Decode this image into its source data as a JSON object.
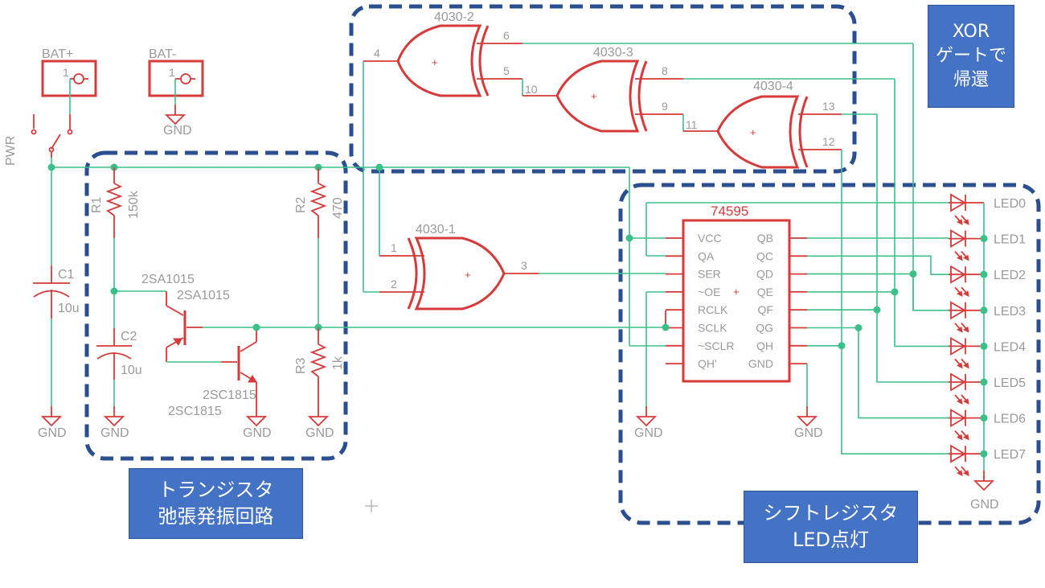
{
  "annotations": {
    "xor_feedback": [
      "XOR",
      "ゲートで",
      "帰還"
    ],
    "oscillator": [
      "トランジスタ",
      "弛張発振回路"
    ],
    "shift_register": [
      "シフトレジスタ",
      "LED点灯"
    ]
  },
  "power": {
    "bat_plus": "BAT+",
    "bat_minus": "BAT-",
    "pin1": "1",
    "switch": "PWR",
    "gnd": "GND"
  },
  "oscillator": {
    "r1": {
      "name": "R1",
      "value": "150k"
    },
    "r2": {
      "name": "R2",
      "value": "470"
    },
    "r3": {
      "name": "R3",
      "value": "1k"
    },
    "c1": {
      "name": "C1",
      "value": "10u"
    },
    "c2": {
      "name": "C2",
      "value": "10u"
    },
    "q1": {
      "name": "2SA1015",
      "value": "2SA1015"
    },
    "q2": {
      "name": "2SC1815",
      "value": "2SC1815"
    }
  },
  "xor_gates": [
    {
      "name": "4030-1",
      "in_a": "1",
      "in_b": "2",
      "out": "3"
    },
    {
      "name": "4030-2",
      "in_a": "4",
      "out": "6",
      "in_b": "5"
    },
    {
      "name": "4030-3",
      "in_a": "10",
      "out": "8",
      "in_b": "9"
    },
    {
      "name": "4030-4",
      "in_a": "11",
      "out": "13",
      "in_b": "12"
    }
  ],
  "shift_register": {
    "name": "74595",
    "left_pins": [
      "VCC",
      "QA",
      "SER",
      "~OE",
      "RCLK",
      "SCLK",
      "~SCLR",
      "QH'"
    ],
    "right_pins": [
      "QB",
      "QC",
      "QD",
      "QE",
      "QF",
      "QG",
      "QH",
      "GND"
    ]
  },
  "leds": [
    "LED0",
    "LED1",
    "LED2",
    "LED3",
    "LED4",
    "LED5",
    "LED6",
    "LED7"
  ]
}
